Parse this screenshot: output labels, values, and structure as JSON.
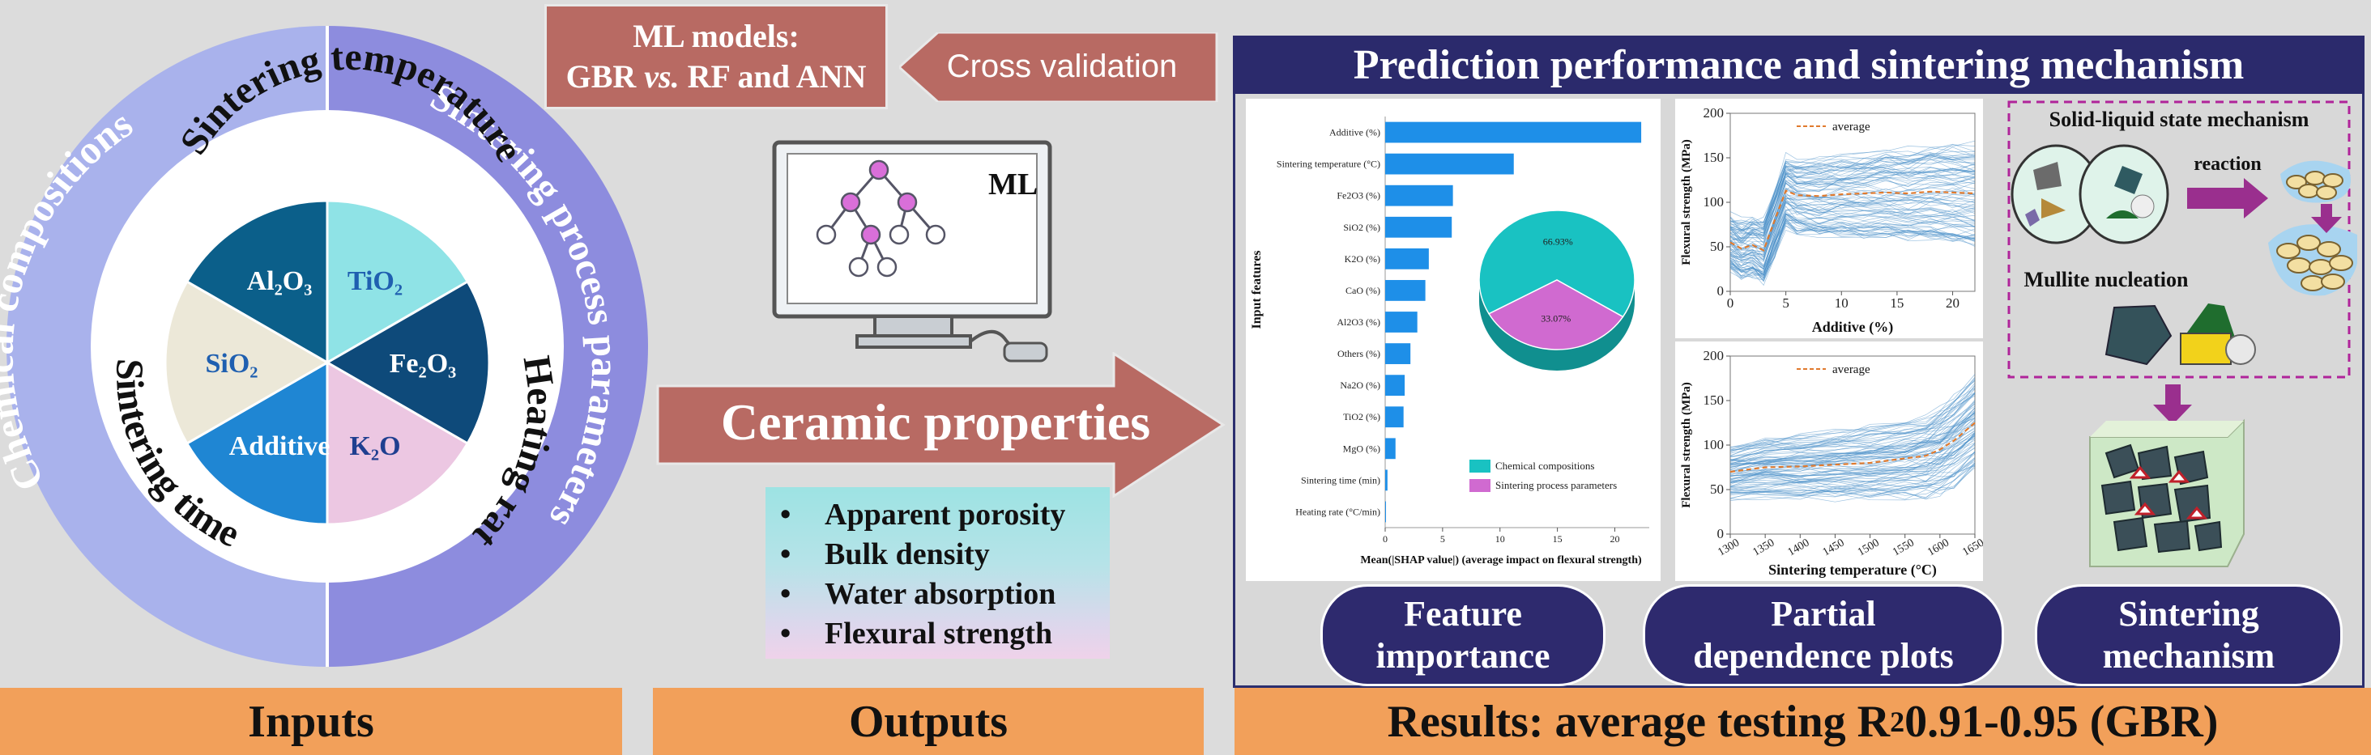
{
  "inputs": {
    "outer_left": "Chemical compositions",
    "outer_right": "Sintering process parameters",
    "ring_top": "Sintering temperature",
    "ring_right": "Heating rate",
    "ring_left": "Sintering time",
    "slices": [
      {
        "label": "Al₂O₃",
        "color": "#0b5f8a"
      },
      {
        "label": "TiO₂",
        "color": "#8fe3e6"
      },
      {
        "label": "Fe₂O₃",
        "color": "#0e4a7a"
      },
      {
        "label": "K₂O",
        "color": "#ecc7e2"
      },
      {
        "label": "Additive",
        "color": "#1f86d3"
      },
      {
        "label": "SiO₂",
        "color": "#ece8d8"
      }
    ]
  },
  "ml": {
    "models_line1": "ML models:",
    "models_line2_a": "GBR ",
    "models_line2_vs": "vs.",
    "models_line2_b": " RF and ANN",
    "cross_validation": "Cross validation",
    "monitor_label": "ML",
    "ceramic_properties": "Ceramic properties"
  },
  "outputs_list": [
    "Apparent porosity",
    "Bulk density",
    "Water absorption",
    "Flexural strength"
  ],
  "results": {
    "title": "Prediction performance and sintering mechanism",
    "pills": {
      "feature_1": "Feature",
      "feature_2": "importance",
      "pdp_1": "Partial",
      "pdp_2": "dependence plots",
      "mech_1": "Sintering",
      "mech_2": "mechanism"
    },
    "mechanism": {
      "solid_liquid": "Solid-liquid state mechanism",
      "reaction": "reaction",
      "mullite": "Mullite nucleation"
    }
  },
  "bottom": {
    "inputs": "Inputs",
    "outputs": "Outputs",
    "results_prefix": "Results: average testing R",
    "results_sup": "2",
    "results_suffix": " 0.91-0.95 (GBR)"
  },
  "chart_data": [
    {
      "type": "bar",
      "orientation": "horizontal",
      "ylabel": "Input features",
      "xlabel": "Mean(|SHAP value|) (average impact on flexural strength)",
      "categories": [
        "Additive (%)",
        "Sintering temperature (°C)",
        "Fe2O3 (%)",
        "SiO2 (%)",
        "K2O (%)",
        "CaO (%)",
        "Al2O3 (%)",
        "Others (%)",
        "Na2O (%)",
        "TiO2 (%)",
        "MgO (%)",
        "Sintering time (min)",
        "Heating rate (°C/min)"
      ],
      "values": [
        22.3,
        11.2,
        5.9,
        5.8,
        3.8,
        3.5,
        2.8,
        2.2,
        1.7,
        1.6,
        0.9,
        0.2,
        0.05
      ],
      "xlim": [
        0,
        23
      ],
      "xticks": [
        0,
        5,
        10,
        15,
        20
      ],
      "bar_color": "#1e8fe8",
      "inset_pie": {
        "labels": [
          "Chemical compositions",
          "Sintering process parameters"
        ],
        "values": [
          66.93,
          33.07
        ],
        "value_labels": [
          "66.93%",
          "33.07%"
        ],
        "colors": [
          "#19c2c2",
          "#d06ad0"
        ]
      }
    },
    {
      "type": "line",
      "xlabel": "Additive (%)",
      "ylabel": "Flexural strength (MPa)",
      "xlim": [
        0,
        22
      ],
      "ylim": [
        0,
        200
      ],
      "xticks": [
        0,
        5,
        10,
        15,
        20
      ],
      "yticks": [
        0,
        50,
        100,
        150,
        200
      ],
      "legend": "average",
      "legend_location": "top",
      "series": [
        {
          "name": "average",
          "x": [
            0,
            1,
            2,
            3,
            4,
            5,
            6,
            8,
            10,
            12,
            14,
            16,
            18,
            20,
            22
          ],
          "y": [
            55,
            48,
            52,
            46,
            80,
            113,
            108,
            107,
            109,
            110,
            111,
            110,
            112,
            111,
            110
          ]
        }
      ]
    },
    {
      "type": "line",
      "xlabel": "Sintering temperature (°C)",
      "ylabel": "Flexural strength (MPa)",
      "xlim": [
        1300,
        1650
      ],
      "ylim": [
        0,
        200
      ],
      "xticks": [
        1300,
        1350,
        1400,
        1450,
        1500,
        1550,
        1600,
        1650
      ],
      "yticks": [
        0,
        50,
        100,
        150,
        200
      ],
      "legend": "average",
      "legend_location": "top",
      "series": [
        {
          "name": "average",
          "x": [
            1300,
            1350,
            1400,
            1450,
            1500,
            1550,
            1580,
            1600,
            1620,
            1650
          ],
          "y": [
            70,
            75,
            76,
            78,
            80,
            85,
            88,
            95,
            105,
            125
          ]
        }
      ]
    }
  ]
}
